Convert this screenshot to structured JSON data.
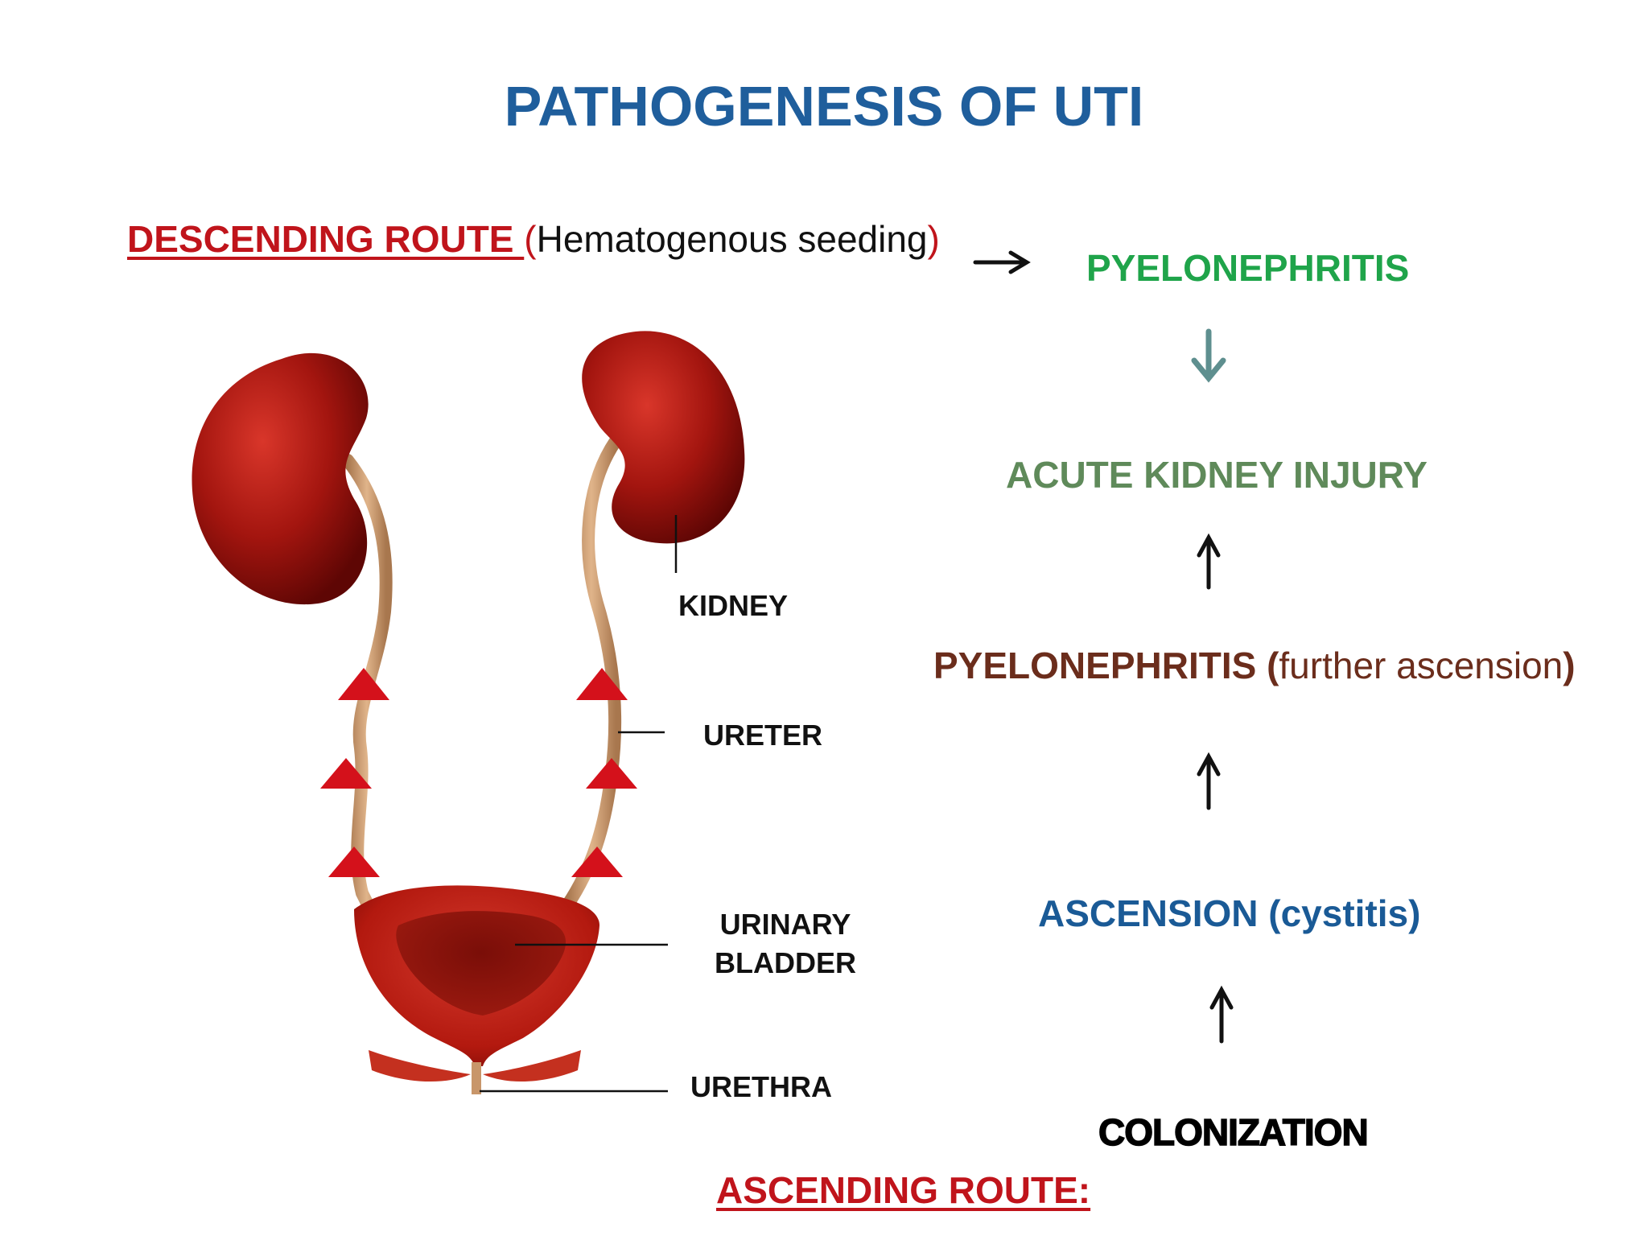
{
  "title": "PATHOGENESIS OF UTI",
  "descending": {
    "label": "DESCENDING ROUTE ",
    "paren_open": "(",
    "detail": "Hematogenous seeding",
    "paren_close": ")"
  },
  "flow": {
    "pyelonephritis_top": "PYELONEPHRITIS",
    "acute_kidney_injury": "ACUTE KIDNEY INJURY",
    "pyelonephritis_mid": "PYELONEPHRITIS",
    "pyelonephritis_mid_open": " (",
    "pyelonephritis_mid_detail": "further ascension",
    "pyelonephritis_mid_close": ")",
    "ascension": "ASCENSION (cystitis)",
    "colonization": "COLONIZATION"
  },
  "ascending": "ASCENDING ROUTE:",
  "anatomy_labels": {
    "kidney": "KIDNEY",
    "ureter": "URETER",
    "bladder_line1": "URINARY",
    "bladder_line2": "BLADDER",
    "urethra": "URETHRA"
  },
  "colors": {
    "title": "#1f5e9c",
    "route_red": "#c0141b",
    "pyelonephritis_top": "#1fa44a",
    "aki": "#5f8a5a",
    "pyelonephritis_mid": "#6b2d1c",
    "ascension": "#1a5a96",
    "organ_red": "#a3150f",
    "ureter_tan": "#c8966a",
    "down_arrow": "#5e8f8f"
  }
}
